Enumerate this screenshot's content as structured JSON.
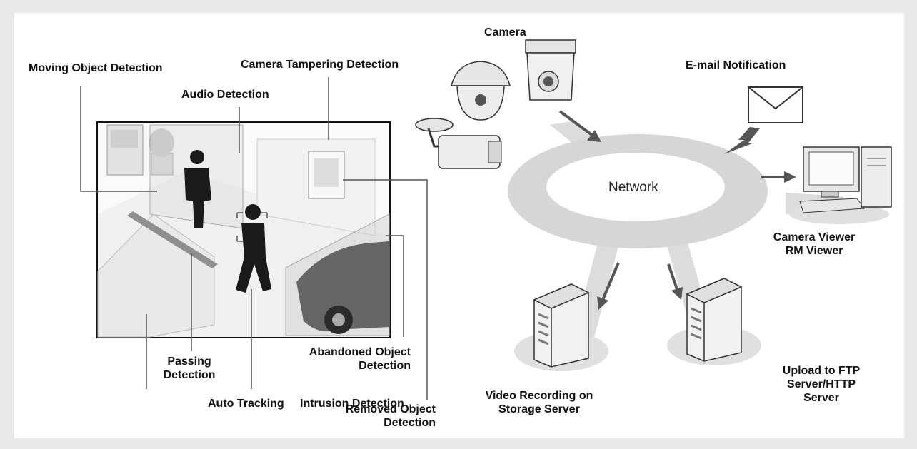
{
  "labels": {
    "moving_object": "Moving Object Detection",
    "camera_tampering": "Camera Tampering Detection",
    "audio": "Audio Detection",
    "camera": "Camera",
    "email": "E-mail Notification",
    "network": "Network",
    "viewer_line1": "Camera Viewer",
    "viewer_line2": "RM Viewer",
    "abandoned_line1": "Abandoned Object",
    "abandoned_line2": "Detection",
    "passing_line1": "Passing",
    "passing_line2": "Detection",
    "auto_tracking": "Auto Tracking",
    "intrusion": "Intrusion Detection",
    "removed_line1": "Removed Object",
    "removed_line2": "Detection",
    "recording_line1": "Video Recording on",
    "recording_line2": "Storage Server",
    "upload_line1": "Upload to FTP",
    "upload_line2": "Server/HTTP",
    "upload_line3": "Server"
  }
}
